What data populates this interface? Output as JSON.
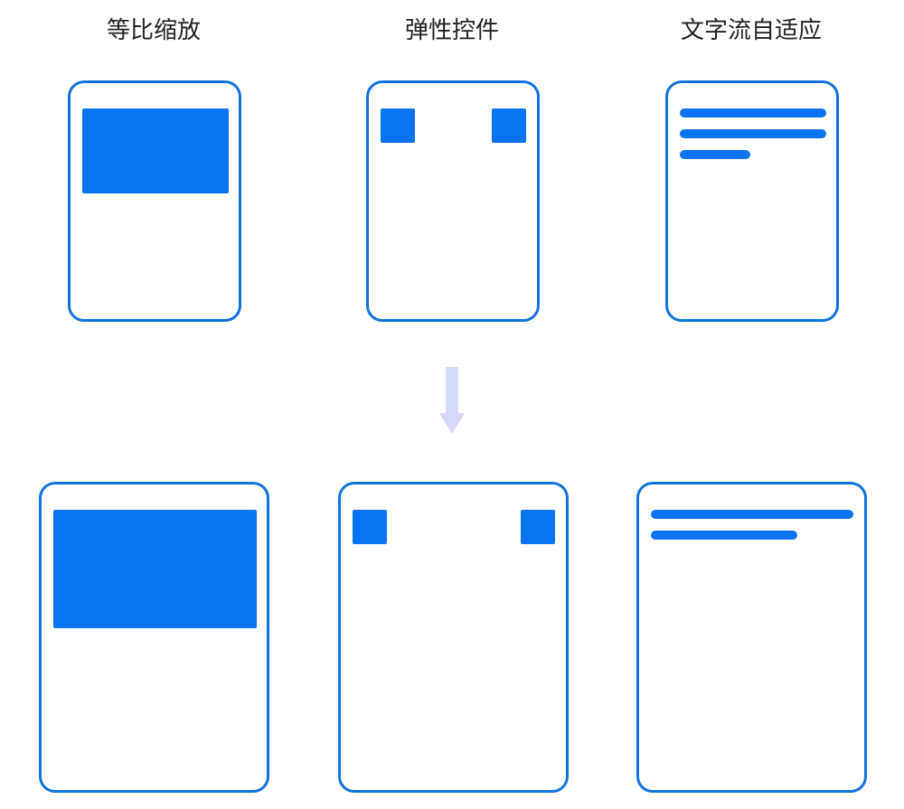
{
  "colors": {
    "frame": "#1272de",
    "fill": "#0a74f2",
    "arrow": "#d5d9f7",
    "text": "#222222"
  },
  "columns": [
    {
      "title": "等比缩放"
    },
    {
      "title": "弹性控件"
    },
    {
      "title": "文字流自适应"
    }
  ]
}
